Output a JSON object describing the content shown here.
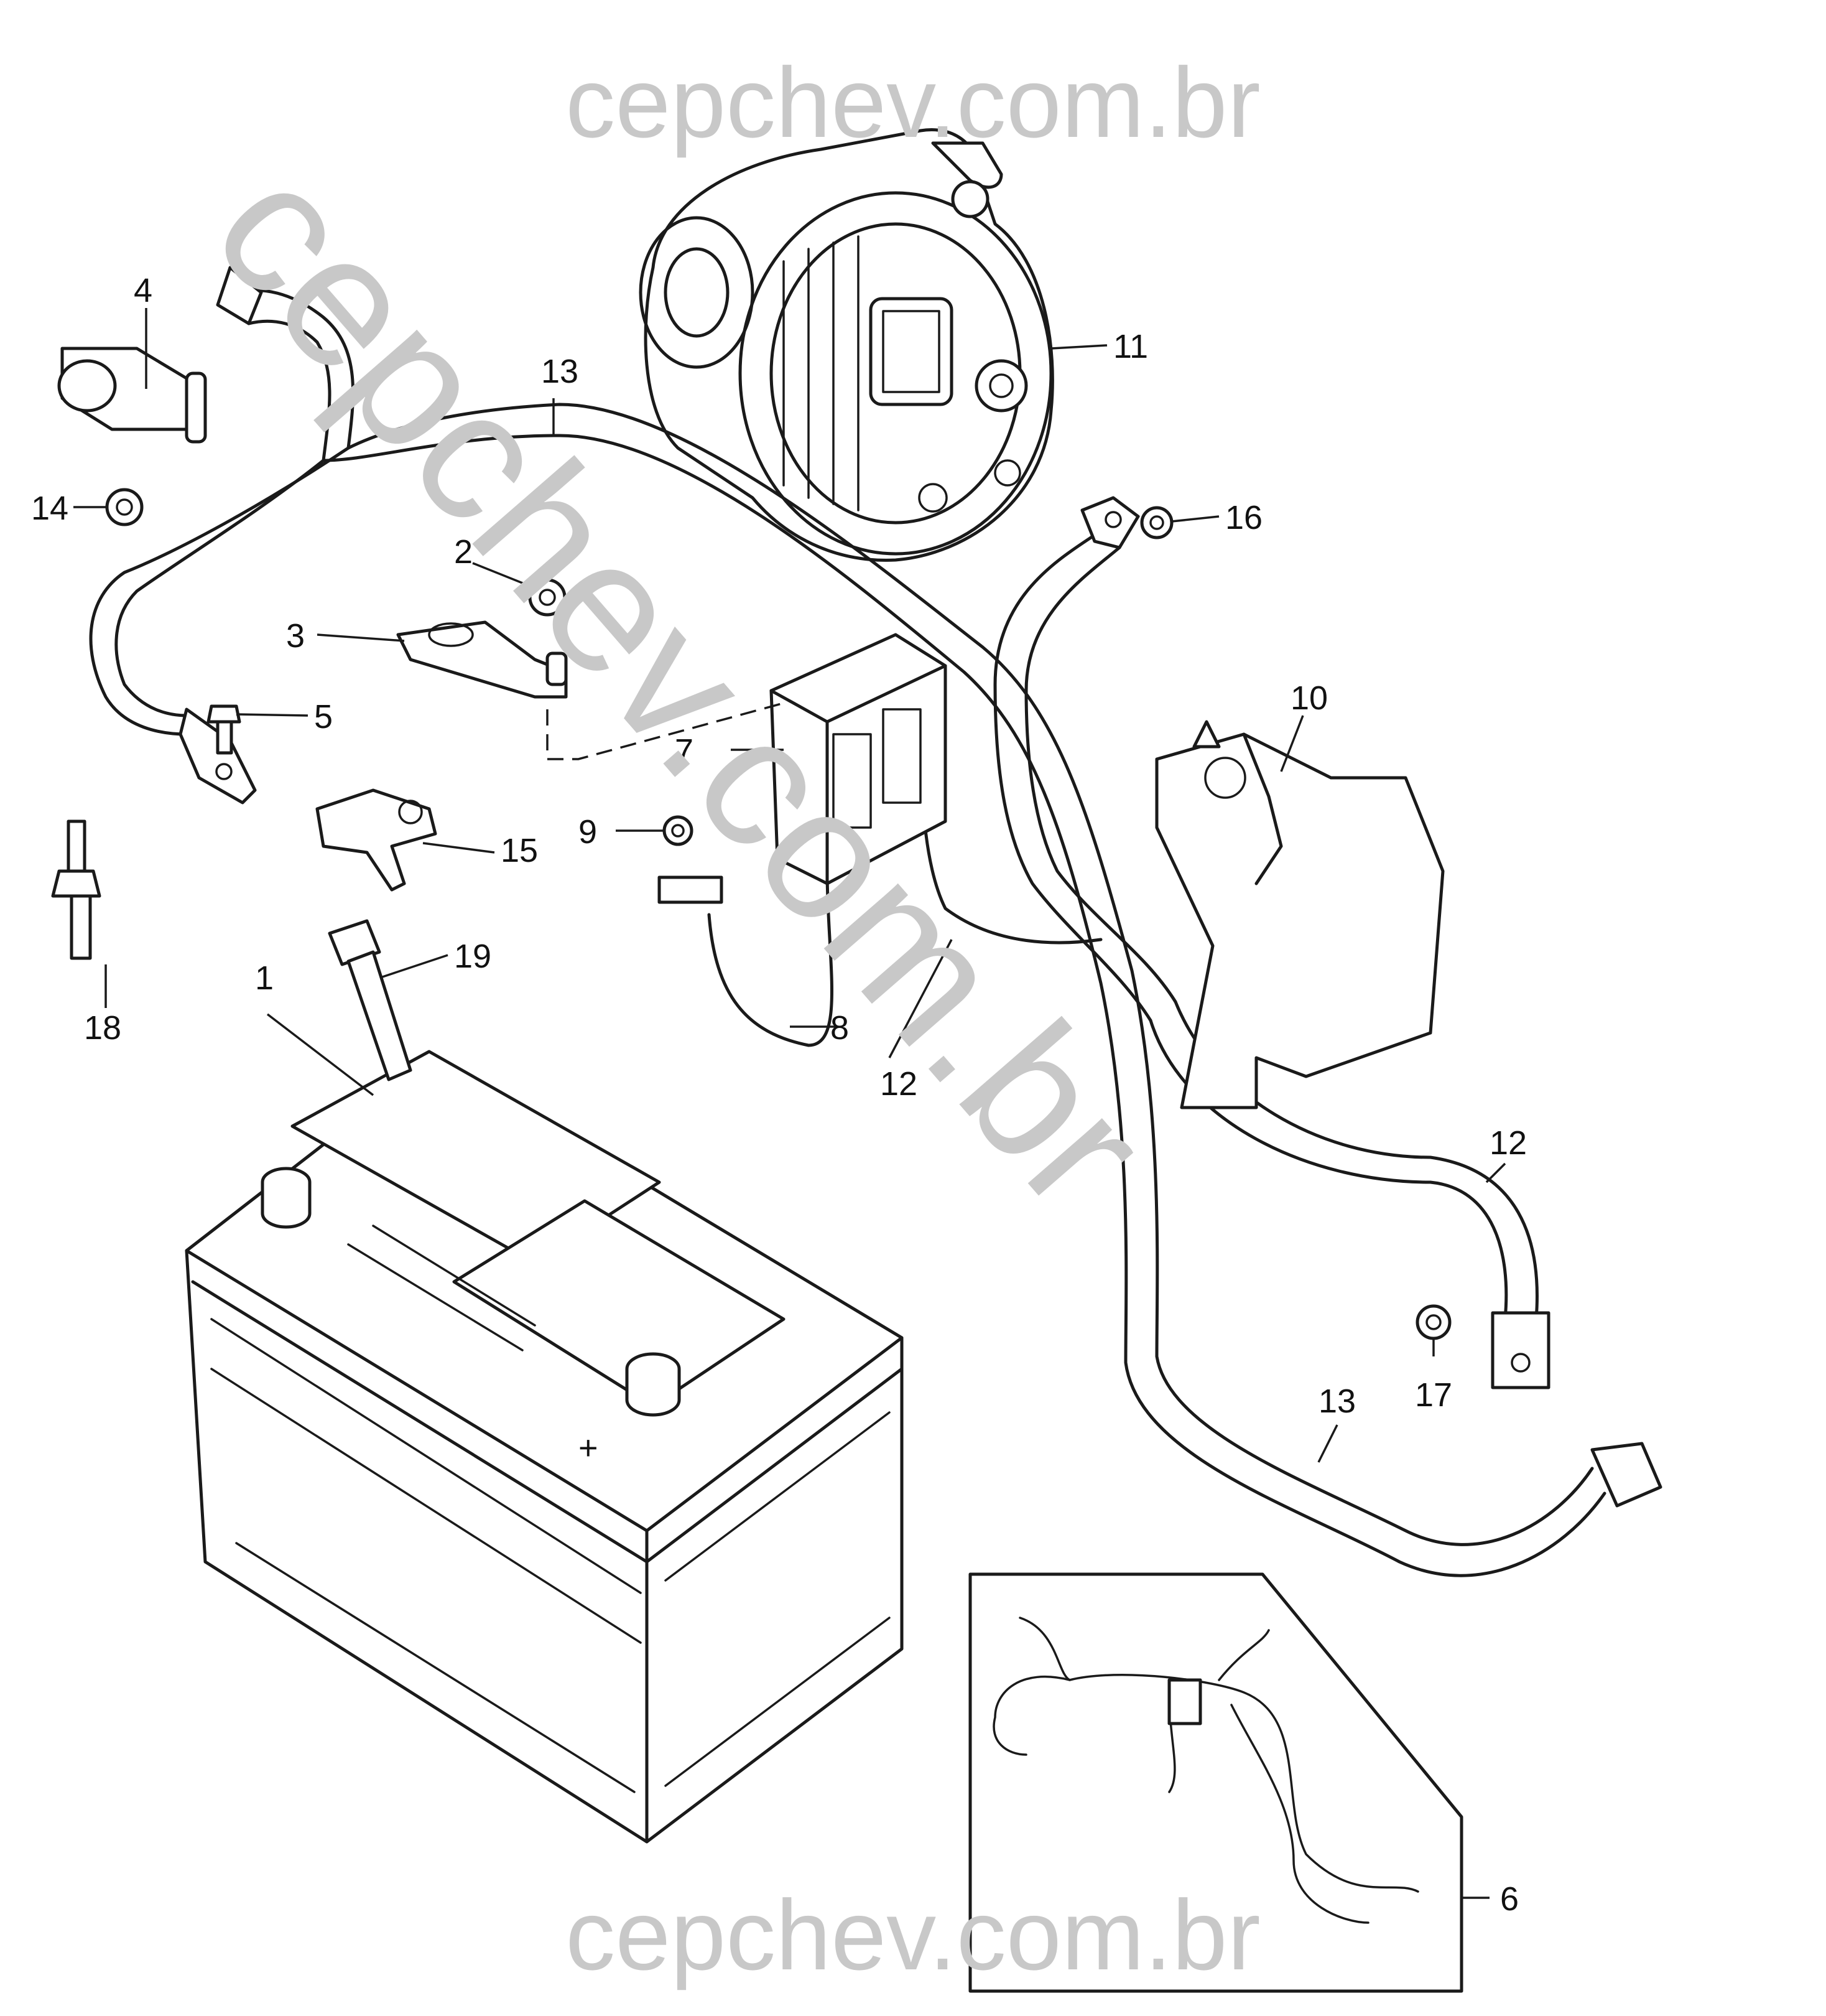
{
  "watermark": {
    "top": "cepchev.com.br",
    "diagonal": "cepchev.com.br",
    "bottom": "cepchev.com.br"
  },
  "battery_terminal_mark": "+",
  "callouts": [
    {
      "id": "c1",
      "label": "1"
    },
    {
      "id": "c2",
      "label": "2"
    },
    {
      "id": "c3",
      "label": "3"
    },
    {
      "id": "c4",
      "label": "4"
    },
    {
      "id": "c5",
      "label": "5"
    },
    {
      "id": "c6",
      "label": "6"
    },
    {
      "id": "c7",
      "label": "7"
    },
    {
      "id": "c8",
      "label": "8"
    },
    {
      "id": "c9",
      "label": "9"
    },
    {
      "id": "c10",
      "label": "10"
    },
    {
      "id": "c11",
      "label": "11"
    },
    {
      "id": "c12a",
      "label": "12"
    },
    {
      "id": "c12b",
      "label": "12"
    },
    {
      "id": "c13a",
      "label": "13"
    },
    {
      "id": "c13b",
      "label": "13"
    },
    {
      "id": "c14",
      "label": "14"
    },
    {
      "id": "c15",
      "label": "15"
    },
    {
      "id": "c16",
      "label": "16"
    },
    {
      "id": "c17",
      "label": "17"
    },
    {
      "id": "c18",
      "label": "18"
    },
    {
      "id": "c19",
      "label": "19"
    }
  ]
}
